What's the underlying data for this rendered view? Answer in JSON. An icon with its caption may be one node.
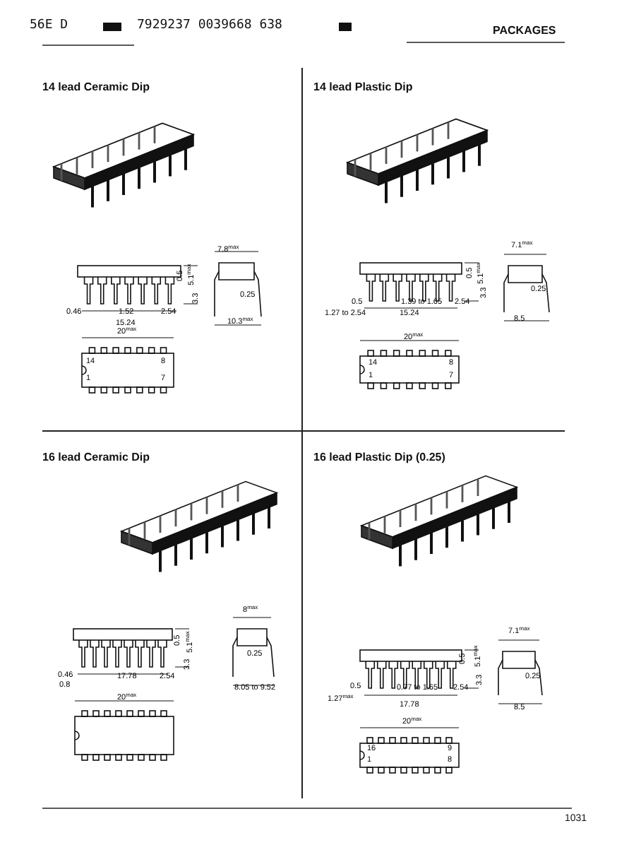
{
  "diagram": {
    "title": "PACKAGES",
    "nodes": [
      {
        "text": [
          "14 lead Ceramic Dip"
        ]
      },
      {
        "text": [
          "14 lead Plastic Dip"
        ]
      },
      {
        "text": [
          "16 lead Ceramic Dip"
        ]
      },
      {
        "text": [
          "16 lead Plastic Dip (0.25)"
        ]
      }
    ],
    "labels": [
      "56E D",
      "7929237 0039668 638",
      "7.8$^{max}$",
      "0.5",
      "5.1$^{max}$",
      "3.3",
      "0.46",
      "1.52",
      "2.54",
      "15.24",
      "0.25",
      "10.3$^{max}$",
      "20$^{max}$",
      "14",
      "8",
      "1",
      "7",
      "7.1$^{max}$",
      "0.5",
      "5.1$^{max}$",
      "3.3",
      "0.5",
      "1.27 to 2.54",
      "1.39 to 1.65",
      "2.54",
      "15.24",
      "0.25",
      "8.5",
      "20$^{max}$",
      "14",
      "8",
      "1",
      "7",
      "8$^{max}$",
      "0.5",
      "5.1$^{max}$",
      "3.3",
      "0.46",
      "0.8",
      "17.78",
      "2.54",
      "0.25",
      "8.05 to 9.52",
      "20$^{max}$",
      "7.1$^{max}$",
      "0.5",
      "5.1$^{max}$",
      "3.3",
      "0.5",
      "1.27$^{max}$",
      "0.77 to 1.65",
      "2.54",
      "17.78",
      "0.25",
      "8.5",
      "20$^{max}$",
      "16",
      "9",
      "1",
      "8",
      "1031"
    ]
  }
}
